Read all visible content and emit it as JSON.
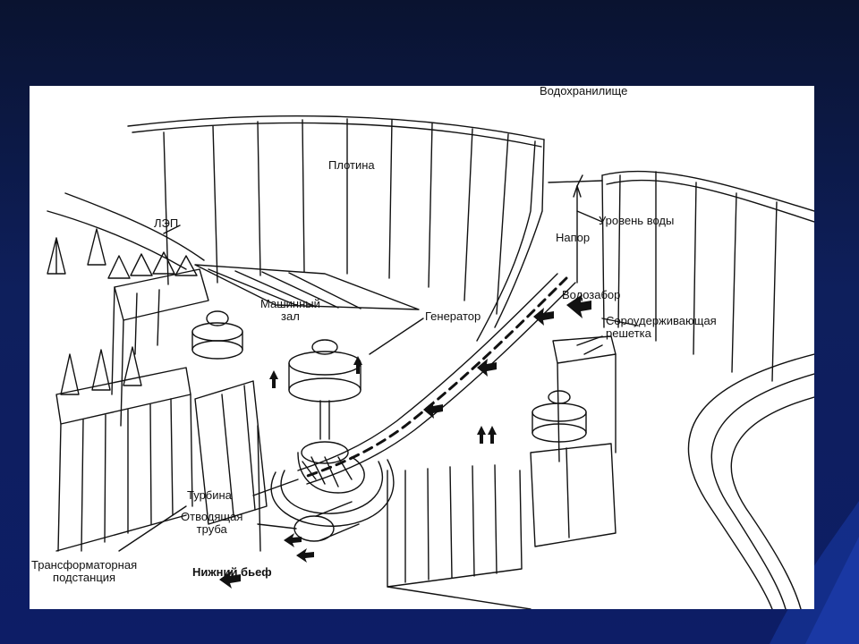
{
  "slide": {
    "background_color": "#0d1d66",
    "figure_background": "#ffffff"
  },
  "diagram": {
    "labels": {
      "reservoir": "Водохранилище",
      "dam": "Плотина",
      "power_line": "ЛЭП",
      "head": "Напор",
      "water_level": "Уровень воды",
      "intake": "Водозабор",
      "machine_hall_line1": "Машинный",
      "machine_hall_line2": "зал",
      "generator": "Генератор",
      "trash_rack_line1": "Сороудерживающая",
      "trash_rack_line2": "решетка",
      "turbine": "Турбина",
      "draft_tube_line1": "Отводящая",
      "draft_tube_line2": "труба",
      "tailwater": "Нижний бьеф",
      "substation_line1": "Трансформаторная",
      "substation_line2": "подстанция"
    }
  }
}
